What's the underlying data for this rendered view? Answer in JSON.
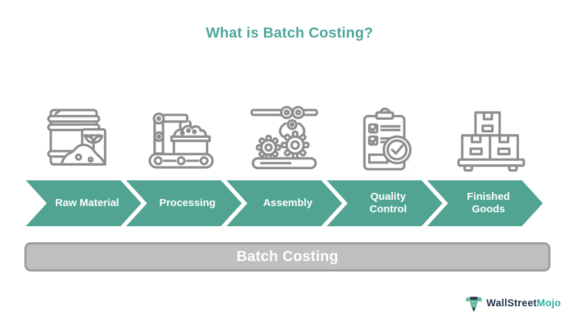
{
  "title": "What is Batch Costing?",
  "steps": [
    {
      "label": "Raw Material",
      "icon": "raw-material-icon"
    },
    {
      "label": "Processing",
      "icon": "processing-icon"
    },
    {
      "label": "Assembly",
      "icon": "assembly-icon"
    },
    {
      "label": "Quality Control",
      "icon": "quality-control-icon"
    },
    {
      "label": "Finished Goods",
      "icon": "finished-goods-icon"
    }
  ],
  "summary_bar": {
    "label": "Batch Costing"
  },
  "logo": {
    "name": "WallStreetMojo",
    "text_primary": "WallStreet",
    "text_secondary": "Mojo"
  },
  "colors": {
    "teal": "#52A492",
    "title-color": "#4FA79A",
    "icon-gray": "#8D8D8D",
    "bar-fill": "#BFBFBF",
    "bar-border": "#9B9B9B",
    "logo-dark": "#22364E",
    "logo-teal": "#2EB0A1"
  }
}
